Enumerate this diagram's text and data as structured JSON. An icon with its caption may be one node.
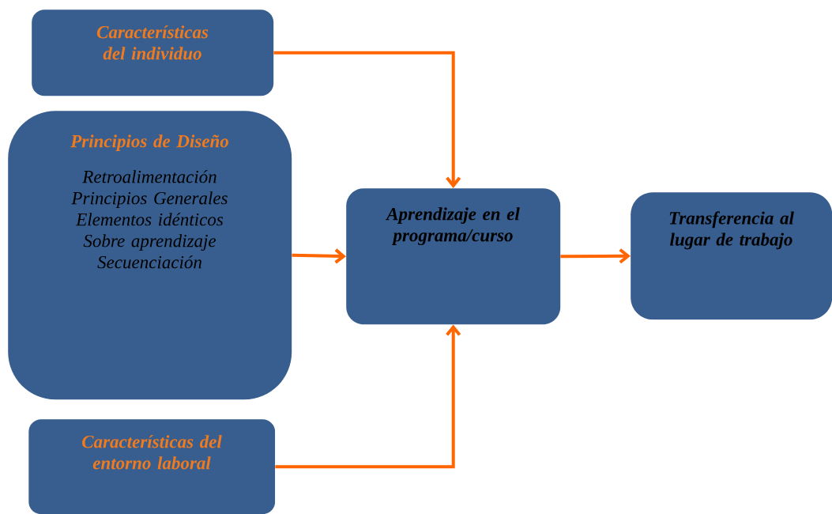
{
  "diagram": {
    "nodes": [
      {
        "text": [
          "Características del individuo"
        ]
      },
      {
        "text": [
          "Principios de Diseño",
          "Retroalimentación",
          "Principios Generales",
          "Elementos idénticos",
          "Sobre aprendizaje",
          "Secuenciación"
        ]
      },
      {
        "text": [
          "Aprendizaje en el programa/curso"
        ]
      },
      {
        "text": [
          "Transferencia al lugar de trabajo"
        ]
      },
      {
        "text": [
          "Características del entorno laboral"
        ]
      }
    ],
    "edges": [
      {
        "from": 0,
        "to": 2,
        "arrow": "to"
      },
      {
        "from": 1,
        "to": 2,
        "arrow": "to"
      },
      {
        "from": 2,
        "to": 3,
        "arrow": "to"
      },
      {
        "from": 4,
        "to": 2,
        "arrow": "to"
      }
    ]
  }
}
